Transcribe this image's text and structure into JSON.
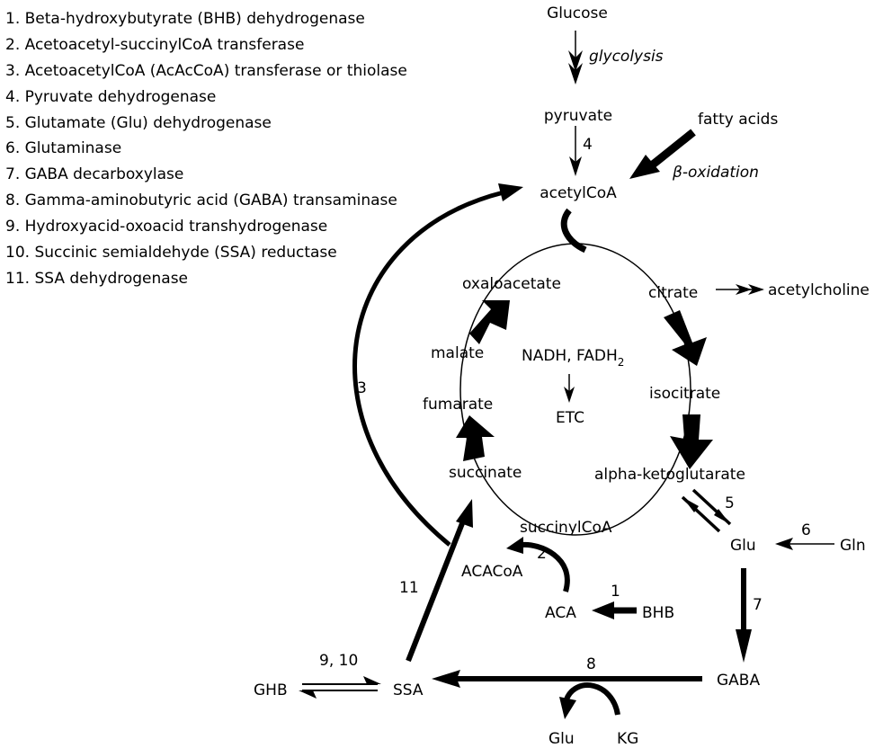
{
  "legend": [
    "1. Beta-hydroxybutyrate (BHB) dehydrogenase",
    "2. Acetoacetyl-succinylCoA transferase",
    "3. AcetoacetylCoA (AcAcCoA) transferase or thiolase",
    "4. Pyruvate dehydrogenase",
    "5. Glutamate (Glu) dehydrogenase",
    "6. Glutaminase",
    "7. GABA decarboxylase",
    "8. Gamma-aminobutyric acid (GABA) transaminase",
    "9. Hydroxyacid-oxoacid transhydrogenase",
    "10. Succinic semialdehyde (SSA) reductase",
    "11. SSA dehydrogenase"
  ],
  "nodes": {
    "glucose": "Glucose",
    "pyruvate": "pyruvate",
    "fatty_acids": "fatty acids",
    "acetylcoa": "acetylCoA",
    "oxaloacetate": "oxaloacetate",
    "citrate": "citrate",
    "acetylcholine": "acetylcholine",
    "malate": "malate",
    "nadh_fadh": "NADH, FADH",
    "nadh_fadh_sub": "2",
    "etc": "ETC",
    "isocitrate": "isocitrate",
    "fumarate": "fumarate",
    "succinate": "succinate",
    "akg": "alpha-ketoglutarate",
    "succinylcoa": "succinylCoA",
    "glu": "Glu",
    "gln": "Gln",
    "acacoa": "ACACoA",
    "aca": "ACA",
    "bhb": "BHB",
    "gaba": "GABA",
    "ssa": "SSA",
    "ghb": "GHB",
    "glu_bottom": "Glu",
    "kg": "KG"
  },
  "pathways": {
    "glycolysis": "glycolysis",
    "beta_symbol": "β",
    "beta_oxidation": "-oxidation"
  },
  "enzyme_labels": {
    "e1": "1",
    "e2": "2",
    "e3": "3",
    "e4": "4",
    "e5": "5",
    "e6": "6",
    "e7": "7",
    "e8": "8",
    "e9_10": "9, 10",
    "e11": "11"
  }
}
